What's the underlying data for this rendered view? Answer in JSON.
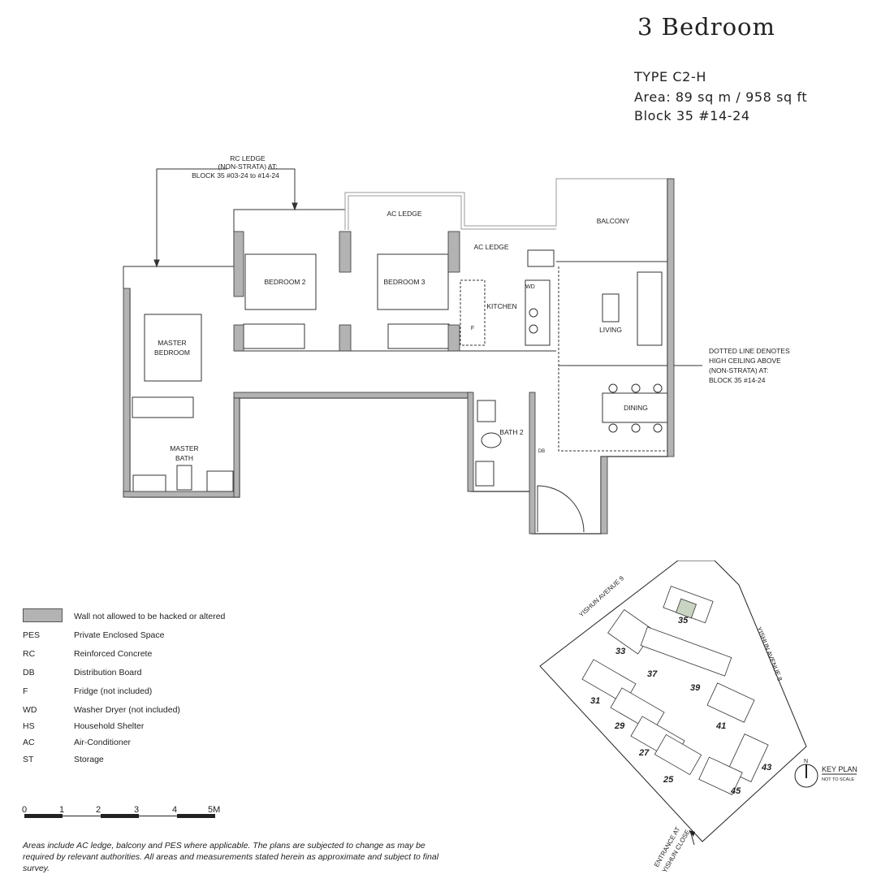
{
  "header": {
    "title": "3 Bedroom",
    "type": "TYPE C2-H",
    "area": "Area: 89 sq m / 958 sq ft",
    "block": "Block 35 #14-24"
  },
  "plan": {
    "rc_ledge_note": [
      "RC LEDGE",
      "(NON-STRATA) AT:",
      "BLOCK 35 #03-24 to #14-24"
    ],
    "rooms": {
      "ac_ledge_1": "AC LEDGE",
      "ac_ledge_2": "AC LEDGE",
      "balcony": "BALCONY",
      "bedroom2": "BEDROOM 2",
      "bedroom3": "BEDROOM 3",
      "kitchen": "KITCHEN",
      "living": "LIVING",
      "dining": "DINING",
      "master_bedroom": [
        "MASTER",
        "BEDROOM"
      ],
      "master_bath": [
        "MASTER",
        "BATH"
      ],
      "bath2": "BATH 2",
      "wd": "WD",
      "f": "F",
      "db": "DB"
    },
    "ceiling_note": [
      "DOTTED LINE DENOTES",
      "HIGH CEILING ABOVE",
      "(NON-STRATA) AT:",
      "BLOCK 35 #14-24"
    ]
  },
  "legend": {
    "wall_note": "Wall not allowed to be hacked or altered",
    "items": [
      {
        "abbr": "PES",
        "desc": "Private Enclosed Space"
      },
      {
        "abbr": "RC",
        "desc": "Reinforced Concrete"
      },
      {
        "abbr": "DB",
        "desc": "Distribution Board"
      },
      {
        "abbr": "F",
        "desc": "Fridge (not included)"
      },
      {
        "abbr": "WD",
        "desc": "Washer Dryer (not included)"
      },
      {
        "abbr": "HS",
        "desc": "Household Shelter"
      },
      {
        "abbr": "AC",
        "desc": "Air-Conditioner"
      },
      {
        "abbr": "ST",
        "desc": "Storage"
      }
    ]
  },
  "scale": {
    "labels": [
      "0",
      "1",
      "2",
      "3",
      "4",
      "5M"
    ]
  },
  "keyplan": {
    "title": "KEY PLAN",
    "subtitle": "NOT TO SCALE",
    "north": "N",
    "road_1": "YISHUN AVENUE 9",
    "road_2": "YISHUN AVENUE 8",
    "entrance": [
      "ENTRANCE AT",
      "YISHUN CLOSE"
    ],
    "blocks": [
      "35",
      "33",
      "37",
      "39",
      "31",
      "29",
      "41",
      "27",
      "25",
      "43",
      "45"
    ],
    "highlight_color": "#c9d4c2"
  },
  "footer": "Areas include AC ledge, balcony and PES where applicable. The plans are subjected to change as may be required by relevant authorities. All areas and measurements stated herein as approximate and subject to final survey.",
  "colors": {
    "wall": "#b3b3b3",
    "line": "#333333"
  }
}
